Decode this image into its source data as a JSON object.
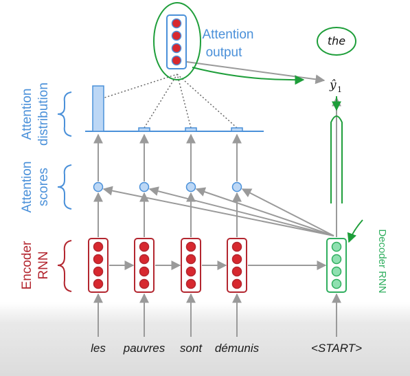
{
  "words": [
    "les",
    "pauvres",
    "sont",
    "démunis",
    "<START>"
  ],
  "labels": {
    "encoder_line1": "Encoder",
    "encoder_line2": "RNN",
    "scores_line1": "Attention",
    "scores_line2": "scores",
    "dist_line1": "Attention",
    "dist_line2": "distribution",
    "output_line1": "Attention",
    "output_line2": "output",
    "decoder": "Decoder RNN",
    "yhat_main": "ŷ",
    "yhat_sub": "1",
    "prediction": "the"
  },
  "attention_distribution": [
    0.72,
    0.05,
    0.05,
    0.05
  ],
  "colors": {
    "encoder": "#b3262f",
    "neuron_fill": "#d7282f",
    "decoder": "#2fae5e",
    "decoder_fill": "#8fe0b0",
    "attention": "#4a90d9",
    "attention_fill": "#bcd7f5",
    "arrow": "#9a9a9a",
    "annotation": "#1e9e3a"
  }
}
